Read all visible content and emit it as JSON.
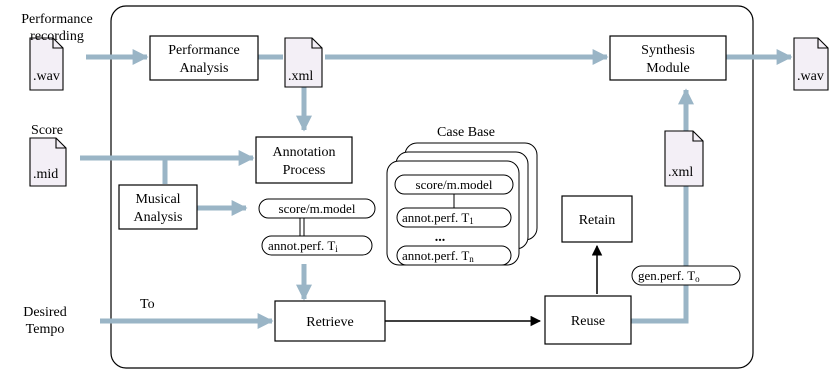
{
  "colors": {
    "flow": "#9ab5c6",
    "doc_fill": "#f3eff6",
    "stroke": "#000000"
  },
  "inputs": {
    "performance": [
      "Performance",
      "recording"
    ],
    "score": "Score",
    "tempo": [
      "Desired",
      "Tempo"
    ],
    "tempo_value": "To"
  },
  "files": {
    "wav": ".wav",
    "xml": ".xml",
    "mid": ".mid"
  },
  "modules": {
    "performance_analysis": [
      "Performance",
      "Analysis"
    ],
    "synthesis": [
      "Synthesis",
      "Module"
    ],
    "annotation": [
      "Annotation",
      "Process"
    ],
    "musical_analysis": [
      "Musical",
      "Analysis"
    ],
    "retrieve": "Retrieve",
    "reuse": "Reuse",
    "retain": "Retain"
  },
  "case_base": {
    "title": "Case Base",
    "model": "score/m.model",
    "annot_first": "annot.perf. T",
    "annot_first_sub": "1",
    "ellipsis": "...",
    "annot_last": "annot.perf. T",
    "annot_last_sub": "n"
  },
  "query": {
    "model": "score/m.model",
    "annot": "annot.perf. T",
    "annot_sub": "i"
  },
  "generated": {
    "label": "gen.perf. T",
    "label_sub": "o"
  }
}
